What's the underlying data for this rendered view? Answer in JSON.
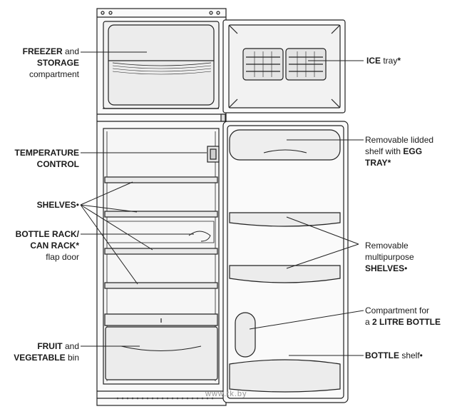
{
  "labels": {
    "freezer": {
      "b1": "FREEZER",
      "t1": " and",
      "b2": "STORAGE",
      "t2": "compartment"
    },
    "temperature": {
      "l1": "TEMPERATURE",
      "l2": "CONTROL"
    },
    "shelves": {
      "b": "SHELVES",
      "t": "•"
    },
    "bottle_rack": {
      "l1": "BOTTLE RACK/",
      "l2": "CAN RACK",
      "star": "*",
      "l3": "flap door"
    },
    "fruit": {
      "b1": "FRUIT",
      "t1": " and",
      "b2": "VEGETABLE",
      "t2": " bin"
    },
    "ice": {
      "b": "ICE",
      "t": " tray",
      "star": "*"
    },
    "egg": {
      "l1": "Removable lidded",
      "l2": "shelf with ",
      "b2": "EGG",
      "b3": "TRAY",
      "star": "*"
    },
    "door_shelves": {
      "l1": "Removable",
      "l2": "multipurpose",
      "b": "SHELVES",
      "t": "•"
    },
    "compartment": {
      "l1": "Compartment for",
      "l2": "a ",
      "b": "2 LITRE BOTTLE"
    },
    "bottle_shelf": {
      "b": "BOTTLE",
      "t": " shelf•"
    }
  },
  "watermark": "www.tk.by"
}
